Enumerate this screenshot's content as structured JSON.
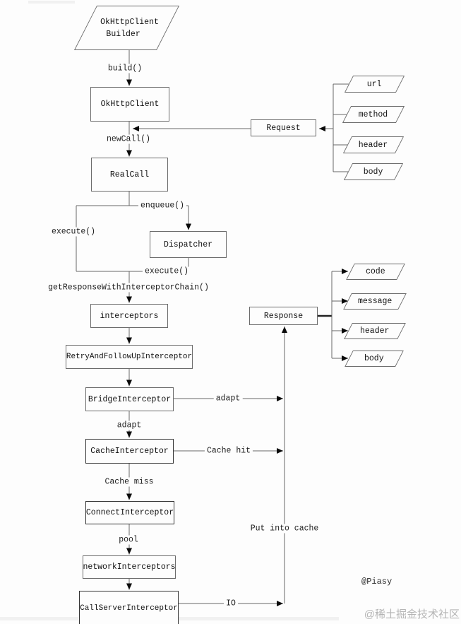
{
  "nodes": {
    "builder": {
      "line1": "OkHttpClient",
      "line2": "Builder"
    },
    "okhttpclient": {
      "label": "OkHttpClient"
    },
    "request": {
      "label": "Request"
    },
    "realcall": {
      "label": "RealCall"
    },
    "dispatcher": {
      "label": "Dispatcher"
    },
    "interceptors": {
      "label": "interceptors"
    },
    "retry": {
      "label": "RetryAndFollowUpInterceptor"
    },
    "bridge": {
      "label": "BridgeInterceptor"
    },
    "cache": {
      "label": "CacheInterceptor"
    },
    "connect": {
      "label": "ConnectInterceptor"
    },
    "network": {
      "label": "networkInterceptors"
    },
    "callserver": {
      "label": "CallServerInterceptor"
    },
    "response": {
      "label": "Response"
    }
  },
  "request_fields": [
    "url",
    "method",
    "header",
    "body"
  ],
  "response_fields": [
    "code",
    "message",
    "header",
    "body"
  ],
  "edge_labels": {
    "build": "build()",
    "new_call": "newCall()",
    "enqueue": "enqueue()",
    "execute_left": "execute()",
    "execute_bottom": "execute()",
    "get_response_chain": "getResponseWithInterceptorChain()",
    "adapt_right": "adapt",
    "adapt_down": "adapt",
    "cache_hit": "Cache hit",
    "cache_miss": "Cache miss",
    "pool": "pool",
    "put_into_cache": "Put into cache",
    "io": "IO"
  },
  "credits": {
    "author": "@Piasy",
    "watermark": "@稀土掘金技术社区"
  },
  "colors": {
    "line": "#676767",
    "arrowhead": "#0a0a0a",
    "box_border": "#6b6b6b",
    "dark_border": "#333333",
    "text": "#111111",
    "background": "#fdfdfd",
    "watermark": "#b5b5b5"
  }
}
